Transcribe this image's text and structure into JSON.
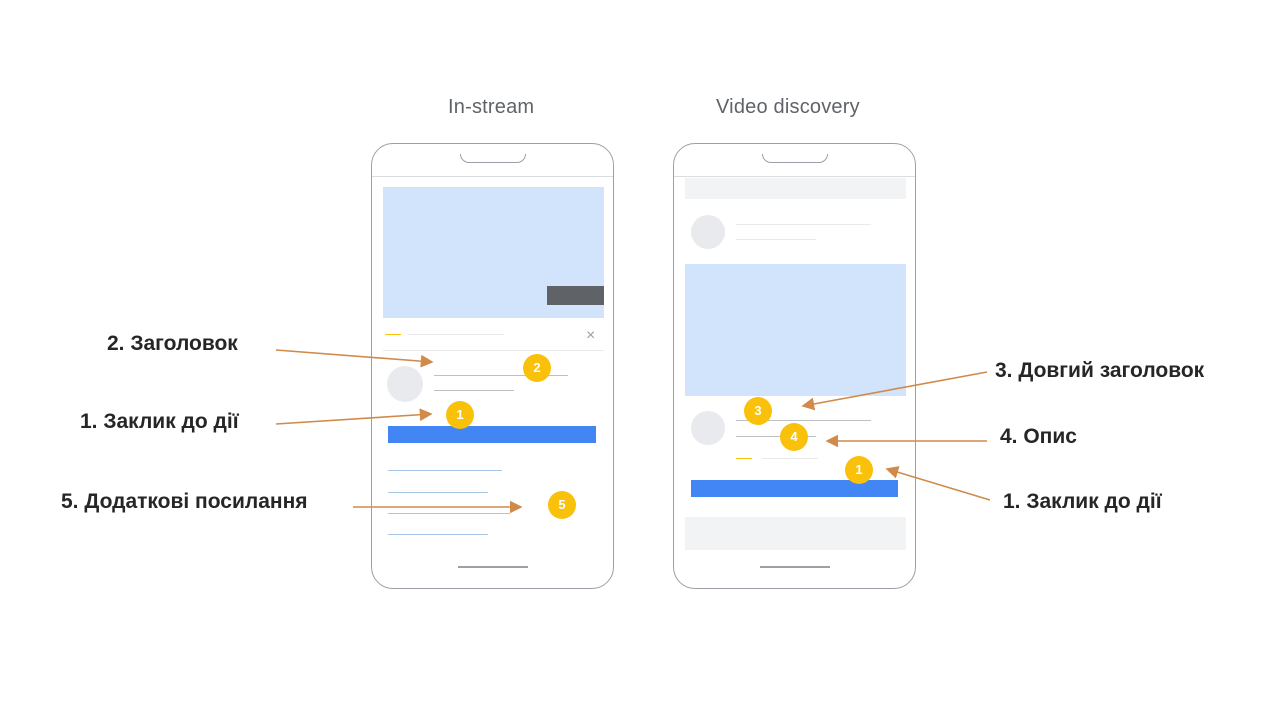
{
  "titles": {
    "instream": "In-stream",
    "discovery": "Video discovery"
  },
  "labels": {
    "headline": "2. Заголовок",
    "cta_left": "1. Заклик до дії",
    "sitelinks": "5. Додаткові посилання",
    "long_headline": "3. Довгий заголовок",
    "description": "4. Опис",
    "cta_right": "1. Заклик до дії"
  },
  "badges": {
    "headline": "2",
    "cta_left": "1",
    "sitelinks": "5",
    "long_headline": "3",
    "description": "4",
    "cta_right": "1"
  },
  "icons": {
    "close": "×"
  },
  "colors": {
    "arrow": "#d08a4a",
    "badge": "#f9c109",
    "cta": "#4285f4",
    "video": "#d2e3fc"
  }
}
